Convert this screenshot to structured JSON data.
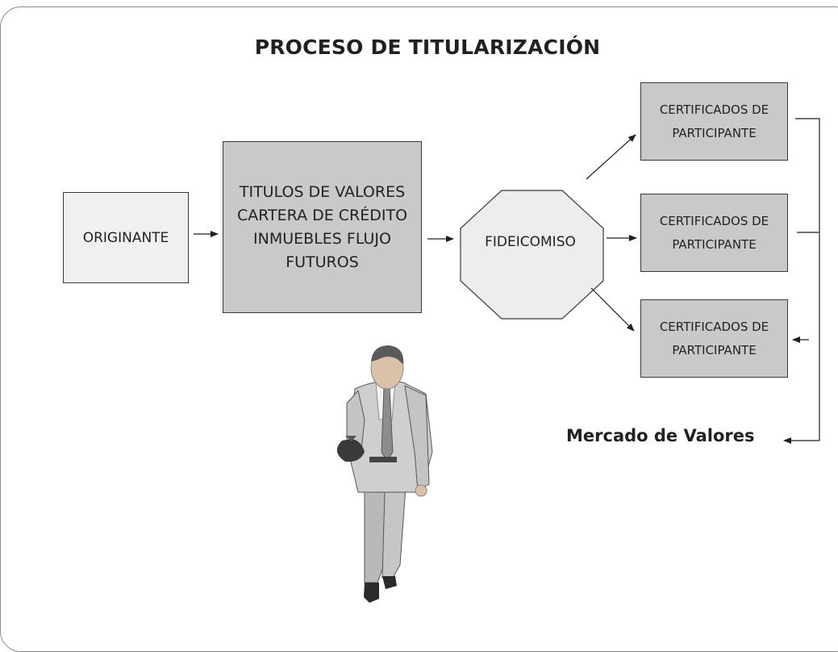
{
  "title": "PROCESO DE TITULARIZACIÓN",
  "nodes": {
    "originante": "ORIGINANTE",
    "titulos": "TITULOS DE VALORES CARTERA DE CRÉDITO INMUEBLES FLUJO FUTUROS",
    "fideicomiso": "FIDEICOMISO",
    "certificados": [
      "CERTIFICADOS DE PARTICIPANTE",
      "CERTIFICADOS DE PARTICIPANTE",
      "CERTIFICADOS DE PARTICIPANTE"
    ]
  },
  "mercado": "Mercado de Valores",
  "colors": {
    "light_box": "#f0f0f1",
    "dark_box": "#c9c9cb",
    "stroke": "#231f20"
  }
}
